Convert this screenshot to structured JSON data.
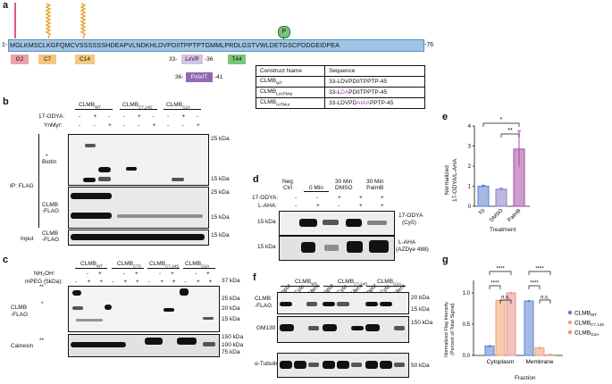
{
  "panel_labels": {
    "a": "a",
    "b": "b",
    "c": "c",
    "d": "d",
    "e": "e",
    "f": "f",
    "g": "g"
  },
  "panel_a": {
    "start_num": "1-",
    "sequence": "MGLKMSCLKGFQMCVSSSSSSHDEAPVLNDKHLDVPDIITPPTPTGMMLPRDLGSTVWLDETGSCPDDGEIDPEA",
    "end_num": "-76",
    "phospho": "P",
    "boxes": {
      "g2": "G2",
      "c7": "C7",
      "c14": "C14",
      "lxvp": "LxVP",
      "lxvp_left": "33-",
      "lxvp_right": "-36",
      "t44": "T44",
      "pxixit": "PxIxIT",
      "pxixit_left": "36-",
      "pxixit_right": "-41"
    },
    "table": {
      "headers": [
        "Construct Name",
        "Sequence"
      ],
      "rows": [
        {
          "name": "CLMB",
          "sub": "WT",
          "seq": "33-LDVPDIITPPTP-45"
        },
        {
          "name": "CLMB",
          "sub": "LxVPMut",
          "seq_pre": "33-L",
          "seq_mut1": "D",
          "seq_mid": "A",
          "seq_mut2": "P",
          "seq_post": "DIITPPTP-45"
        },
        {
          "name": "CLMB",
          "sub": "IxITMut",
          "seq_pre": "33-LDVPD",
          "seq_mut": "AIAA",
          "seq_post": "PPTP-45"
        }
      ]
    }
  },
  "panel_b": {
    "headers": [
      {
        "name": "CLMB",
        "sub": "WT"
      },
      {
        "name": "CLMB",
        "sub": "C7,14S"
      },
      {
        "name": "CLMB",
        "sub": "G2A"
      }
    ],
    "row_labels": [
      "17-ODYA:",
      "YnMyr:"
    ],
    "odya": [
      "-",
      "+",
      "-",
      "-",
      "+",
      "-",
      "-",
      "+",
      "-"
    ],
    "ynmyr": [
      "-",
      "-",
      "+",
      "-",
      "-",
      "+",
      "-",
      "-",
      "+"
    ],
    "side": {
      "ip": "IP: FLAG",
      "biotin": "Biotin",
      "clmb_flag": "CLMB\n-FLAG",
      "input": "Input",
      "input_flag": "CLMB\n-FLAG"
    },
    "mw": {
      "b1a": "25 kDa",
      "b1b": "15 kDa",
      "b2a": "25 kDa",
      "b2b": "15 kDa",
      "b3": "15 kDa"
    }
  },
  "panel_c": {
    "headers": [
      {
        "name": "CLMB",
        "sub": "WT"
      },
      {
        "name": "CLMB",
        "sub": "C7S"
      },
      {
        "name": "CLMB",
        "sub": "C7,14S"
      },
      {
        "name": "CLMB",
        "sub": "G2A"
      }
    ],
    "row_labels": [
      "NH₂OH:",
      "mPEG (5kDa):"
    ],
    "nh2oh": [
      "-",
      "+",
      "-",
      "+",
      "-",
      "+",
      "-",
      "+"
    ],
    "mpeg": [
      "-",
      "+",
      "+",
      "-",
      "+",
      "+",
      "-",
      "+",
      "+",
      "-",
      "+",
      "+"
    ],
    "side": {
      "clmb": "CLMB",
      "flag": "-FLAG",
      "calnexin": "Calnexin",
      "star2": "**",
      "star1": "*"
    },
    "mw": {
      "c1": "37 kDa",
      "c2": "25 kDa",
      "c3": "20 kDa",
      "c4": "15 kDa",
      "c5": "150 kDa",
      "c6": "100 kDa",
      "c7": "75 kDa"
    }
  },
  "panel_d": {
    "headers": [
      "Neg\nCtrl",
      "0 Min",
      "30 Min\nDMSO",
      "30 Min\nPalmB"
    ],
    "row_labels": [
      "17-ODYA:",
      "L-AHA:"
    ],
    "odya": [
      "-",
      "-",
      "+",
      "+",
      "+"
    ],
    "laha": [
      "-",
      "+",
      "-",
      "+",
      "+"
    ],
    "right": {
      "r1": "17-ODYA",
      "r1b": "(Cy5)",
      "r2": "L-AHA",
      "r2b": "(AZDye 488)"
    },
    "mw": {
      "d1": "15 kDa",
      "d2": "15 kDa"
    }
  },
  "panel_e": {
    "sig1": "*",
    "sig2": "**",
    "ylabel1": "Normalized",
    "ylabel2": "17-ODYA/L-AHA",
    "yticks": [
      "0",
      "1",
      "2",
      "3",
      "4"
    ],
    "xlabel": "Treatment",
    "chart_data": {
      "type": "bar",
      "categories": [
        "T0",
        "DMSO",
        "PalmB"
      ],
      "values": [
        1.0,
        0.85,
        2.85
      ],
      "errors": [
        0.05,
        0.05,
        0.9
      ],
      "colors": [
        "#5b7fd1",
        "#8a7cc9",
        "#a64ca6"
      ],
      "ylim": [
        0,
        4
      ],
      "xlabel": "Treatment",
      "ylabel": "Normalized 17-ODYA/L-AHA"
    }
  },
  "panel_f": {
    "headers": [
      {
        "name": "CLMB",
        "sub": "WT"
      },
      {
        "name": "CLMB",
        "sub": "C7,14S"
      },
      {
        "name": "CLMB",
        "sub": "G2A"
      }
    ],
    "lanes": [
      "Input",
      "Cyto",
      "Mem",
      "Input",
      "Cyto",
      "Mem",
      "Input",
      "Cyto",
      "Mem"
    ],
    "side": {
      "s1": "CLMB",
      "s1b": "-FLAG",
      "s2": "GM130",
      "s3": "α-Tubulin"
    },
    "mw": {
      "f1": "20 kDa",
      "f2": "15 kDa",
      "f3": "150 kDa",
      "f4": "50 kDa"
    }
  },
  "panel_g": {
    "ylabel1": "Normalized Flag Intensity",
    "ylabel2": "(Percent of Total Signal)",
    "yticks": [
      "0.0",
      "0.5",
      "1.0"
    ],
    "xlabel": "Fraction",
    "sig": {
      "s1": "****",
      "s2": "****",
      "s3": "n.s.",
      "s4": "****",
      "s5": "****",
      "s6": "n.s."
    },
    "legend": [
      {
        "name": "CLMB",
        "sub": "WT"
      },
      {
        "name": "CLMB",
        "sub": "C7,14S"
      },
      {
        "name": "CLMB",
        "sub": "G2A"
      }
    ],
    "chart_data": {
      "type": "bar",
      "categories": [
        "Cytoplasm",
        "Membrane"
      ],
      "series": [
        {
          "name": "CLMB WT",
          "values": [
            0.15,
            0.87
          ],
          "color": "#5b7fd1"
        },
        {
          "name": "CLMB C7,14S",
          "values": [
            0.88,
            0.12
          ],
          "color": "#f0a070"
        },
        {
          "name": "CLMB G2A",
          "values": [
            1.0,
            0.01
          ],
          "color": "#e8908a"
        }
      ],
      "ylim": [
        0,
        1.2
      ],
      "xlabel": "Fraction",
      "ylabel": "Normalized Flag Intensity (Percent of Total Signal)"
    }
  }
}
